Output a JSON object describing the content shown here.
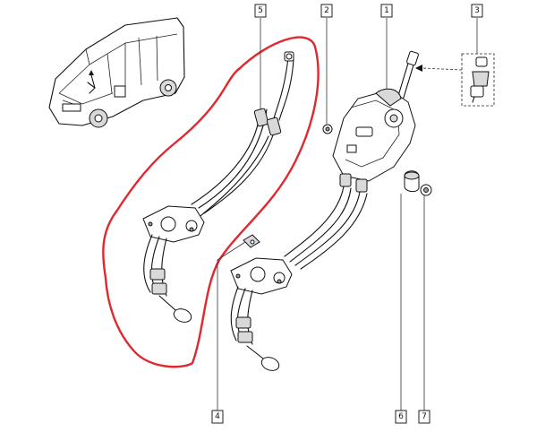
{
  "labels": {
    "part_1": "1",
    "part_2": "2",
    "part_3": "3",
    "part_4": "4",
    "part_5": "5",
    "part_6": "6",
    "part_7": "7"
  },
  "highlight_color": "#e0282e"
}
